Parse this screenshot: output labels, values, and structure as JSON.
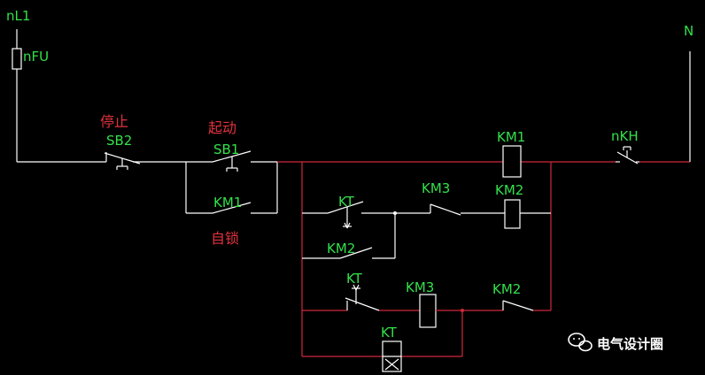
{
  "labels": {
    "phase": "nL1",
    "neutral": "N",
    "fuse": "nFU",
    "stop_text": "停止",
    "sb2": "SB2",
    "start_text": "起动",
    "sb1": "SB1",
    "km1_hold": "KM1",
    "self_lock": "自锁",
    "km1_coil": "KM1",
    "nkh": "nKH",
    "kt_contact1": "KT",
    "km3_contact1": "KM3",
    "km2_coil": "KM2",
    "km2_contact1": "KM2",
    "kt_contact2": "KT",
    "km3_coil": "KM3",
    "km2_contact2": "KM2",
    "kt_coil": "KT"
  },
  "watermark": {
    "text": "电气设计圈",
    "icon": "wechat-icon"
  },
  "colors": {
    "background": "#000000",
    "white_wire": "#ffffff",
    "red_wire": "#d0283c",
    "green_label": "#33e04a",
    "red_label": "#e0323e"
  }
}
